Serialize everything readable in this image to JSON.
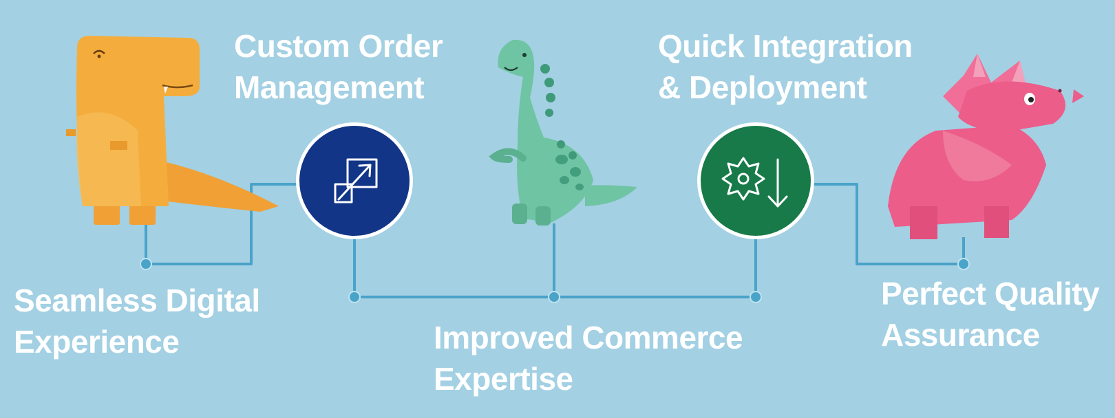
{
  "features": {
    "seamless": {
      "line1": "Seamless Digital",
      "line2": "Experience"
    },
    "custom_order": {
      "line1": "Custom Order",
      "line2": "Management"
    },
    "improved": {
      "line1": "Improved Commerce",
      "line2": "Expertise"
    },
    "quick": {
      "line1": "Quick Integration",
      "line2": "& Deployment"
    },
    "quality": {
      "line1": "Perfect Quality",
      "line2": "Assurance"
    }
  },
  "icons": {
    "custom_order": "expand-arrow-icon",
    "quick": "gear-download-icon"
  },
  "colors": {
    "background": "#a3d0e3",
    "connector": "#4aa3c8",
    "navy_circle": "#123587",
    "green_circle": "#187a49",
    "orange_dino": "#f2ab3c",
    "teal_dino": "#6fc4a3",
    "pink_dino": "#ec5d8a"
  }
}
